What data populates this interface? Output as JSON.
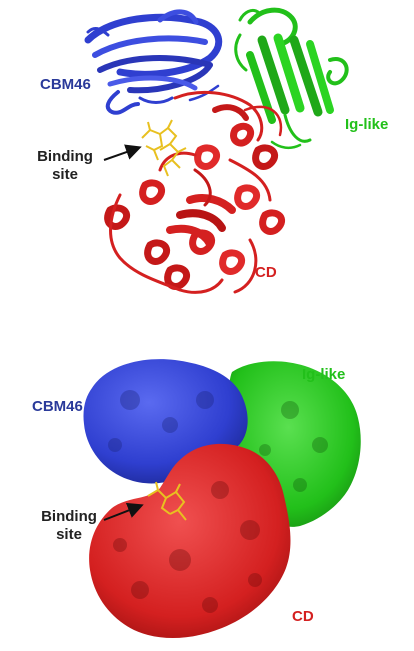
{
  "colors": {
    "cbm46": "#2f3fd0",
    "ig_like": "#22c01a",
    "cd": "#d42020",
    "ligand": "#e8c020",
    "text_dark": "#222222"
  },
  "top_panel": {
    "representation": "ribbon",
    "labels": {
      "cbm46": "CBM46",
      "ig_like": "Ig-like",
      "cd": "CD",
      "binding_line1": "Binding",
      "binding_line2": "site"
    }
  },
  "bottom_panel": {
    "representation": "surface",
    "labels": {
      "cbm46": "CBM46",
      "ig_like": "Ig-like",
      "cd": "CD",
      "binding_line1": "Binding",
      "binding_line2": "site"
    }
  }
}
